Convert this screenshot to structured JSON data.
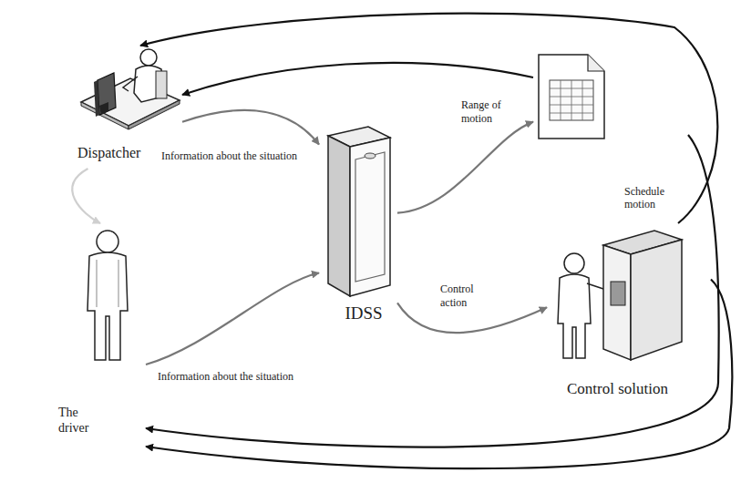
{
  "diagram": {
    "nodes": [
      {
        "text": [
          "Dispatcher"
        ]
      },
      {
        "text": [
          "Schedule motion"
        ]
      },
      {
        "text": [
          "IDSS"
        ]
      },
      {
        "text": [
          "The driver"
        ]
      },
      {
        "text": [
          "Control solution"
        ]
      }
    ],
    "edges": [
      {
        "from": 0,
        "to": 2,
        "label": "Information about the situation",
        "arrow": "to"
      },
      {
        "from": 3,
        "to": 2,
        "label": "Information about the situation",
        "arrow": "to"
      },
      {
        "from": 2,
        "to": 1,
        "label": "Range of motion",
        "arrow": "to"
      },
      {
        "from": 2,
        "to": 4,
        "label": "Control action",
        "arrow": "to"
      },
      {
        "from": 1,
        "to": 0,
        "arrow": "to"
      },
      {
        "from": 4,
        "to": 0,
        "arrow": "to"
      },
      {
        "from": 1,
        "to": 3,
        "arrow": "to"
      },
      {
        "from": 4,
        "to": 3,
        "arrow": "to"
      },
      {
        "from": 0,
        "to": 3,
        "arrow": "to"
      }
    ]
  }
}
